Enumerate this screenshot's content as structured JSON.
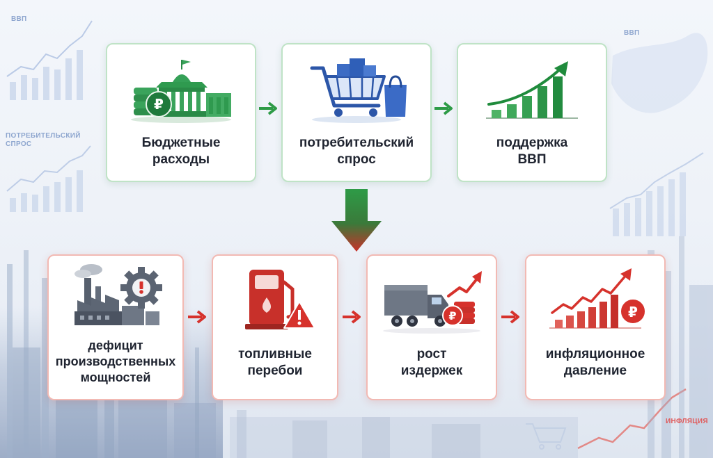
{
  "background_labels": {
    "gdp_top_left": "ВВП",
    "consumer_demand": "ПОТРЕБИТЕЛЬСКИЙ\nСПРОС",
    "gdp_top_right": "ВВП",
    "inflation": "ИНФЛЯЦИЯ"
  },
  "top_row": [
    {
      "label": "Бюджетные\nрасходы",
      "icon": "government-building-ruble-icon"
    },
    {
      "label": "потребительский\nспрос",
      "icon": "shopping-cart-icon"
    },
    {
      "label": "поддержка\nВВП",
      "icon": "growth-chart-icon"
    }
  ],
  "bottom_row": [
    {
      "label": "дефицит\nпроизводственных\nмощностей",
      "icon": "factory-gear-warning-icon"
    },
    {
      "label": "топливные\nперебои",
      "icon": "fuel-pump-warning-icon"
    },
    {
      "label": "рост\nиздержек",
      "icon": "truck-costs-icon"
    },
    {
      "label": "инфляционное\nдавление",
      "icon": "inflation-chart-ruble-icon"
    }
  ],
  "colors": {
    "positive": "#2e9b47",
    "negative": "#d6322c",
    "text": "#1f2430"
  }
}
